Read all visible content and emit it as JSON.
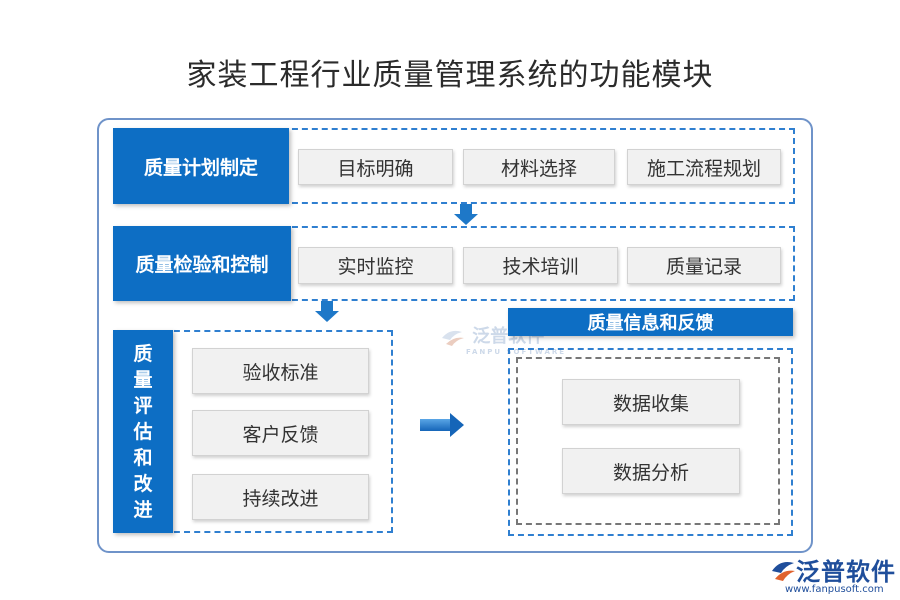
{
  "title": "家装工程行业质量管理系统的功能模块",
  "sections": {
    "plan": {
      "label": "质量计划制定",
      "items": [
        "目标明确",
        "材料选择",
        "施工流程规划"
      ]
    },
    "inspect": {
      "label": "质量检验和控制",
      "items": [
        "实时监控",
        "技术培训",
        "质量记录"
      ]
    },
    "evaluate": {
      "label_chars": [
        "质",
        "量",
        "评",
        "估",
        "和",
        "改",
        "进"
      ],
      "items": [
        "验收标准",
        "客户反馈",
        "持续改进"
      ]
    },
    "feedback": {
      "label": "质量信息和反馈",
      "items": [
        "数据收集",
        "数据分析"
      ]
    }
  },
  "watermark": {
    "text": "泛普软件",
    "sub": "FANPU SOFTWARE"
  },
  "logo": {
    "text": "泛普软件",
    "url": "www.fanpusoft.com"
  },
  "colors": {
    "accent": "#0d6ec4",
    "dash": "#2f7fd0",
    "frame": "#6f93c9",
    "logo": "#1f4e9b"
  }
}
